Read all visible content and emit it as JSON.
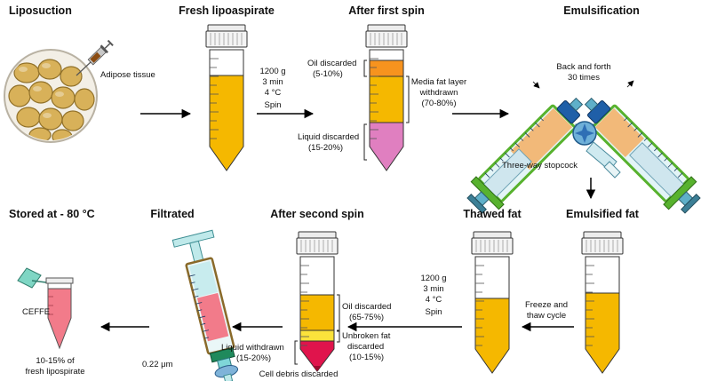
{
  "titles": {
    "liposuction": "Liposuction",
    "fresh": "Fresh lipoaspirate",
    "first_spin": "After first spin",
    "emulsification": "Emulsification",
    "stored": "Stored at - 80 °C",
    "filtrated": "Filtrated",
    "second_spin": "After second spin",
    "thawed": "Thawed fat",
    "emulsified": "Emulsified fat"
  },
  "labels": {
    "adipose": "Adipose tissue",
    "spin1": [
      "1200 g",
      "3 min",
      "4 °C",
      "Spin"
    ],
    "oil1": [
      "Oil discarded",
      "(5-10%)"
    ],
    "media": [
      "Media fat layer",
      "withdrawn",
      "(70-80%)"
    ],
    "liquid1": [
      "Liquid discarded",
      "(15-20%)"
    ],
    "back_forth": [
      "Back and forth",
      "30 times"
    ],
    "stopcock": "Three-way stopcock",
    "freeze": [
      "Freeze and",
      "thaw cycle"
    ],
    "spin2": [
      "1200 g",
      "3 min",
      "4 °C",
      "Spin"
    ],
    "oil2": [
      "Oil discarded",
      "(65-75%)"
    ],
    "unbroken": [
      "Unbroken fat",
      "discarded",
      "(10-15%)"
    ],
    "liquid2": [
      "Liquid withdrawn",
      "(15-20%)"
    ],
    "debris": "Cell debris discarded",
    "filter": "0.22 μm",
    "ceffe": "CEFFE",
    "yield": [
      "10-15% of",
      "fresh lipospirate"
    ]
  },
  "colors": {
    "fat": "#f5b800",
    "oil": "#f7931e",
    "liquid": "#e07fc0",
    "ceffe": "#f27b8a",
    "debris": "#e0144c",
    "syringe_green": "#58b22e",
    "tube_cap": "#f2f2f2",
    "tissue": "#d8b35a",
    "arrow": "#000000"
  }
}
